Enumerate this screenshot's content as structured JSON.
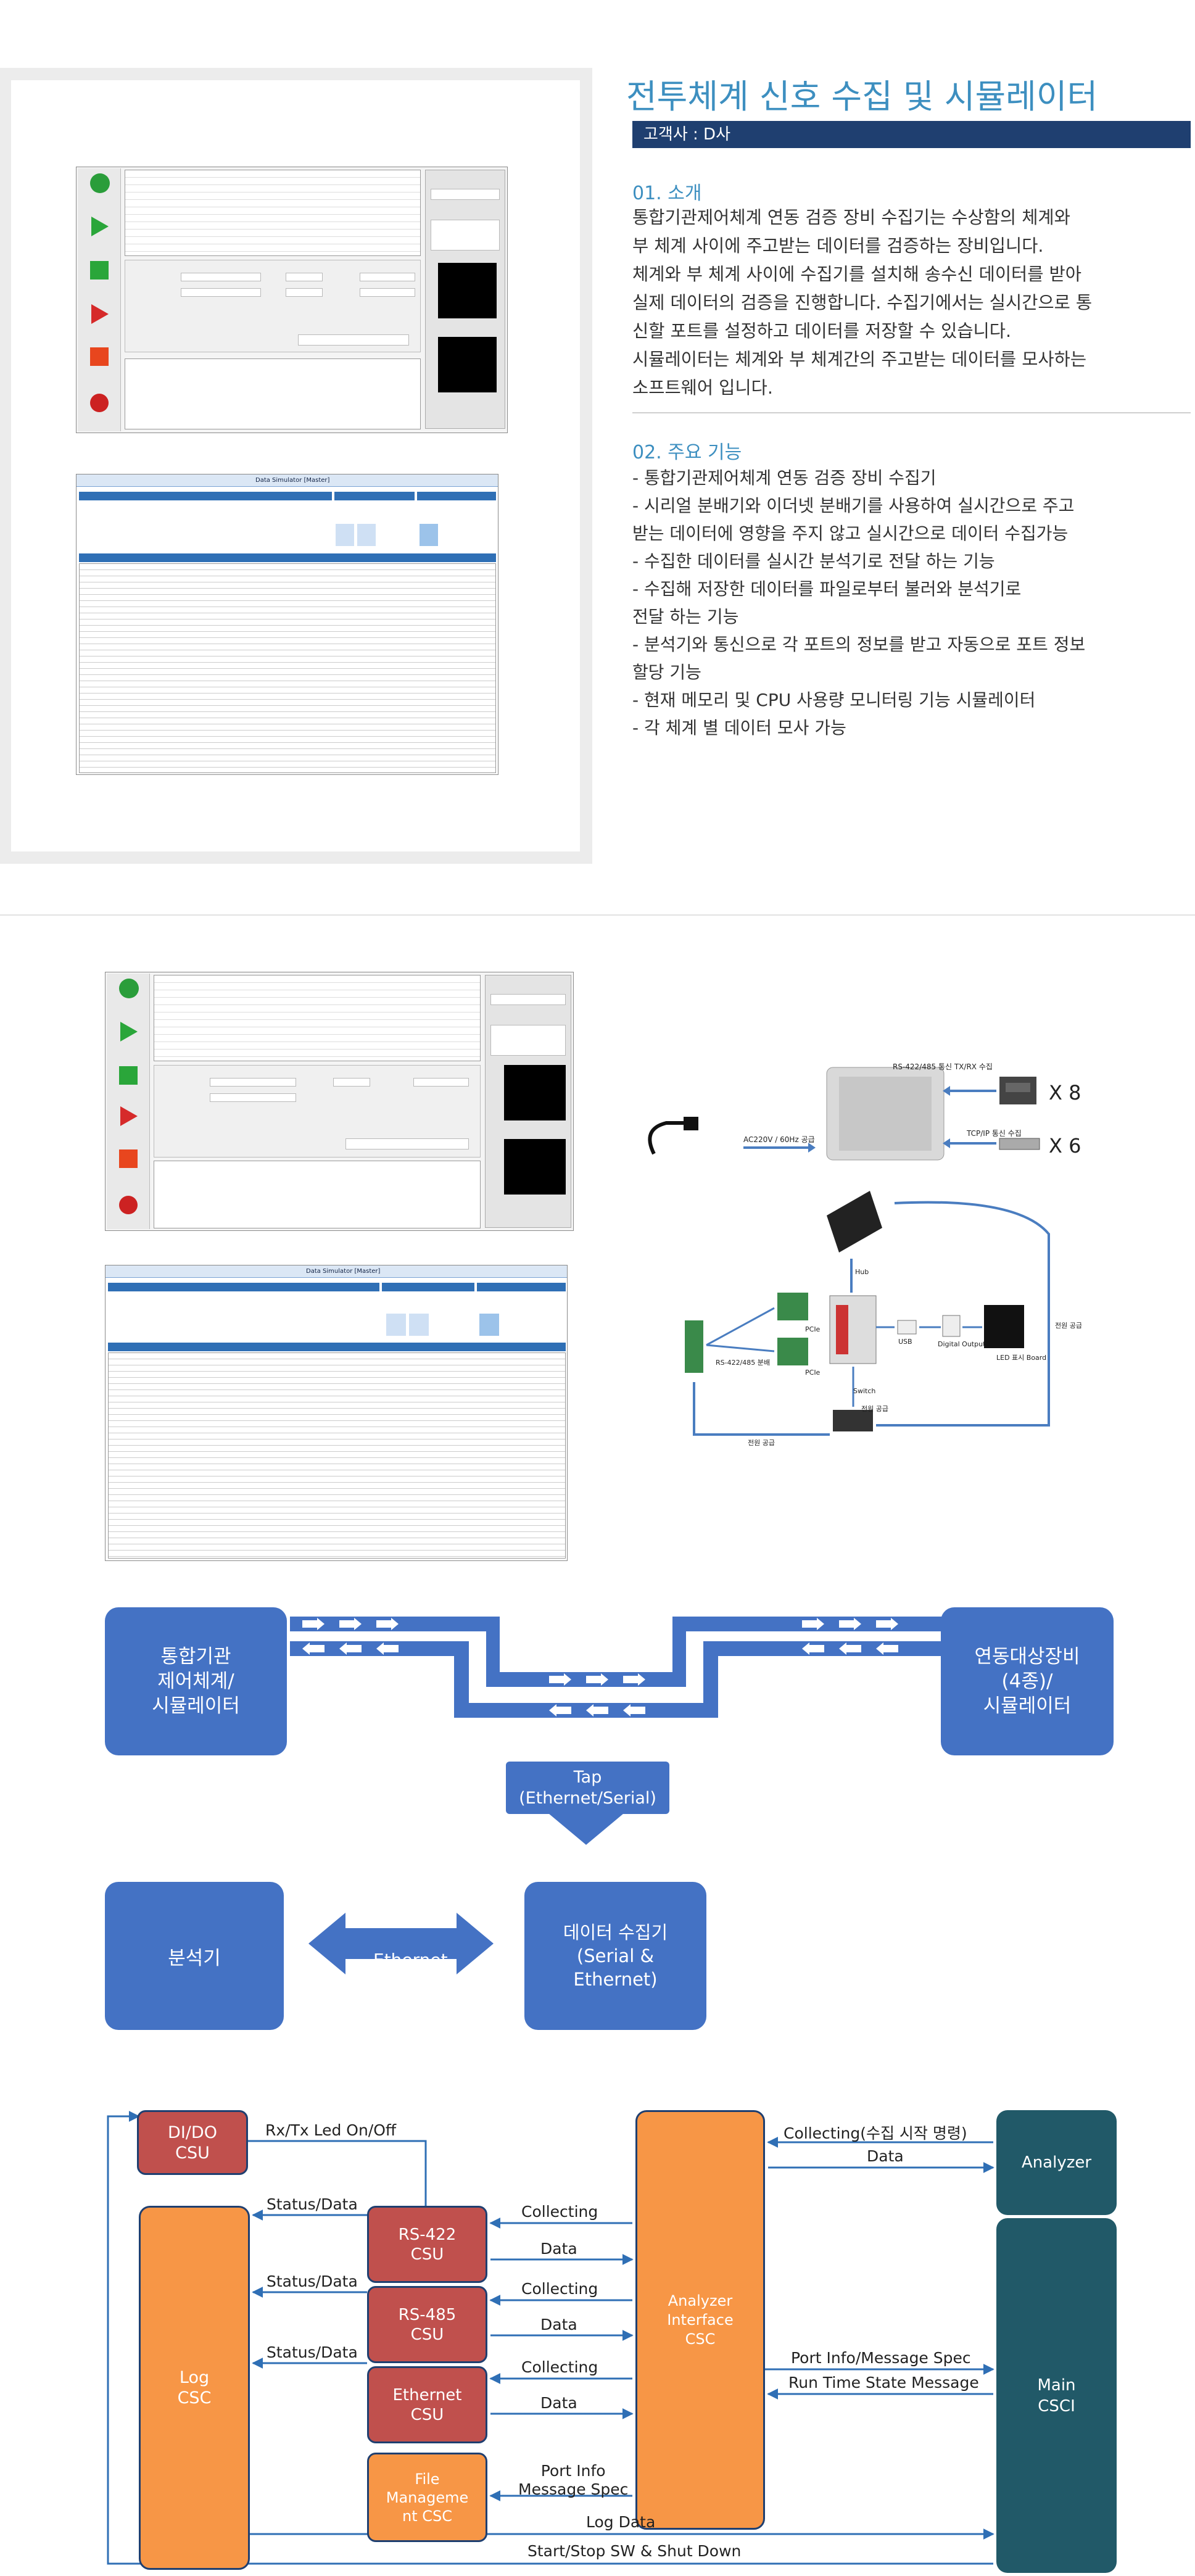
{
  "header": {
    "title": "전투체계 신호 수집 및 시뮬레이터",
    "client": "고객사 : D사"
  },
  "intro": {
    "heading": "01. 소개",
    "lines": [
      "통합기관제어체계 연동 검증 장비 수집기는 수상함의 체계와",
      "부 체계 사이에 주고받는 데이터를 검증하는 장비입니다.",
      "체계와 부 체계 사이에 수집기를 설치해 송수신 데이터를 받아",
      "실제 데이터의 검증을 진행합니다. 수집기에서는 실시간으로 통",
      "신할 포트를 설정하고 데이터를 저장할 수 있습니다.",
      "시뮬레이터는 체계와 부 체계간의 주고받는 데이터를 모사하는",
      "소프트웨어 입니다."
    ]
  },
  "features": {
    "heading": "02. 주요 기능",
    "lines": [
      "-  통합기관제어체계 연동 검증 장비 수집기",
      "-  시리얼 분배기와 이더넷 분배기를 사용하여 실시간으로 주고",
      "   받는 데이터에 영향을 주지 않고 실시간으로 데이터 수집가능",
      "-  수집한 데이터를 실시간 분석기로 전달 하는 기능",
      "-  수집해 저장한 데이터를 파일로부터 불러와 분석기로",
      "   전달 하는 기능",
      "-  분석기와 통신으로 각 포트의 정보를 받고 자동으로 포트 정보",
      "   할당 기능",
      "-  현재 메모리 및 CPU 사용량 모니터링 기능 시뮬레이터",
      "-  각 체계 별 데이터 모사 가능"
    ]
  },
  "screens": {
    "simulator_title": "Data Simulator [Master]",
    "simulator_title_2": "Data Simulator [Master]"
  },
  "hardware": {
    "rs_label": "RS-422/485 통신 TX/RX 수집",
    "tcp_label": "TCP/IP 통신 수집",
    "ac_label": "AC220V / 60Hz 공급",
    "x8": "X 8",
    "x6": "X 6",
    "pcie1": "PCIe",
    "pcie2": "PCIe",
    "usb": "USB",
    "digital_output": "Digital Output",
    "led_board": "LED 표시 Board",
    "rs_split": "RS-422/485 분배",
    "power1": "전원 공급",
    "power2": "전원 공급",
    "power3": "전원 공급",
    "hub": "Hub",
    "switch": "Switch"
  },
  "flow": {
    "left_box": "통합기관\n제어체계/\n시뮬레이터",
    "right_box": "연동대상장비\n(4종)/\n시뮬레이터",
    "tap": "Tap\n(Ethernet/Serial)",
    "analyzer": "분석기",
    "collector": "데이터 수집기\n(Serial &\nEthernet)",
    "ethernet": "Ethernet"
  },
  "arch": {
    "dido": "DI/DO\nCSU",
    "log": "Log\nCSC",
    "rs422": "RS-422\nCSU",
    "rs485": "RS-485\nCSU",
    "eth": "Ethernet\nCSU",
    "file": "File\nManageme\nnt CSC",
    "aif": "Analyzer\nInterface\nCSC",
    "analyzer": "Analyzer",
    "main": "Main\nCSCI",
    "led": "Rx/Tx Led On/Off",
    "status1": "Status/Data",
    "status2": "Status/Data",
    "status3": "Status/Data",
    "collecting1": "Collecting",
    "data1": "Data",
    "collecting2": "Collecting",
    "data2": "Data",
    "collecting3": "Collecting",
    "data3": "Data",
    "port_info": "Port Info\nMessage Spec",
    "collect_cmd": "Collecting(수집 시작 명령)",
    "an_data": "Data",
    "port_spec": "Port Info/Message Spec",
    "runtime": "Run Time State Message",
    "log_data": "Log Data",
    "start_stop": "Start/Stop SW & Shut Down"
  },
  "colors": {
    "accent": "#3d8fc0",
    "navy": "#1f3f70",
    "flow_blue": "#4472c4",
    "red": "#c0504d",
    "orange": "#f79646",
    "teal": "#215968"
  }
}
